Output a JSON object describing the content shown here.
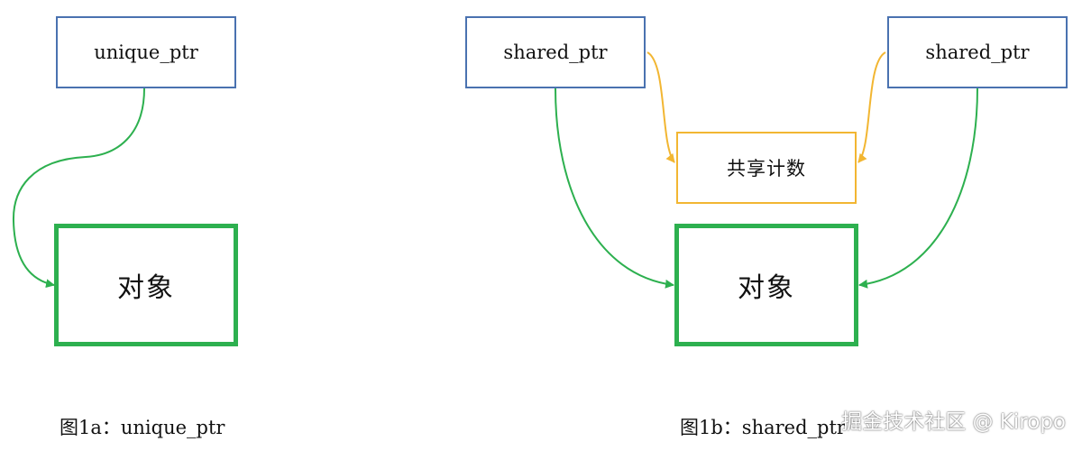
{
  "diagram_a": {
    "pointer_label": "unique_ptr",
    "object_label": "对象",
    "caption": "图1a：unique_ptr"
  },
  "diagram_b": {
    "left_pointer_label": "shared_ptr",
    "right_pointer_label": "shared_ptr",
    "count_label": "共享计数",
    "object_label": "对象",
    "caption": "图1b：shared_ptr"
  },
  "watermark": "掘金技术社区 @ Kiropo",
  "colors": {
    "pointer_border": "#4a72b0",
    "count_border": "#f2b632",
    "object_border": "#2db04f",
    "arrow_green": "#2db04f",
    "arrow_yellow": "#f2b632"
  }
}
